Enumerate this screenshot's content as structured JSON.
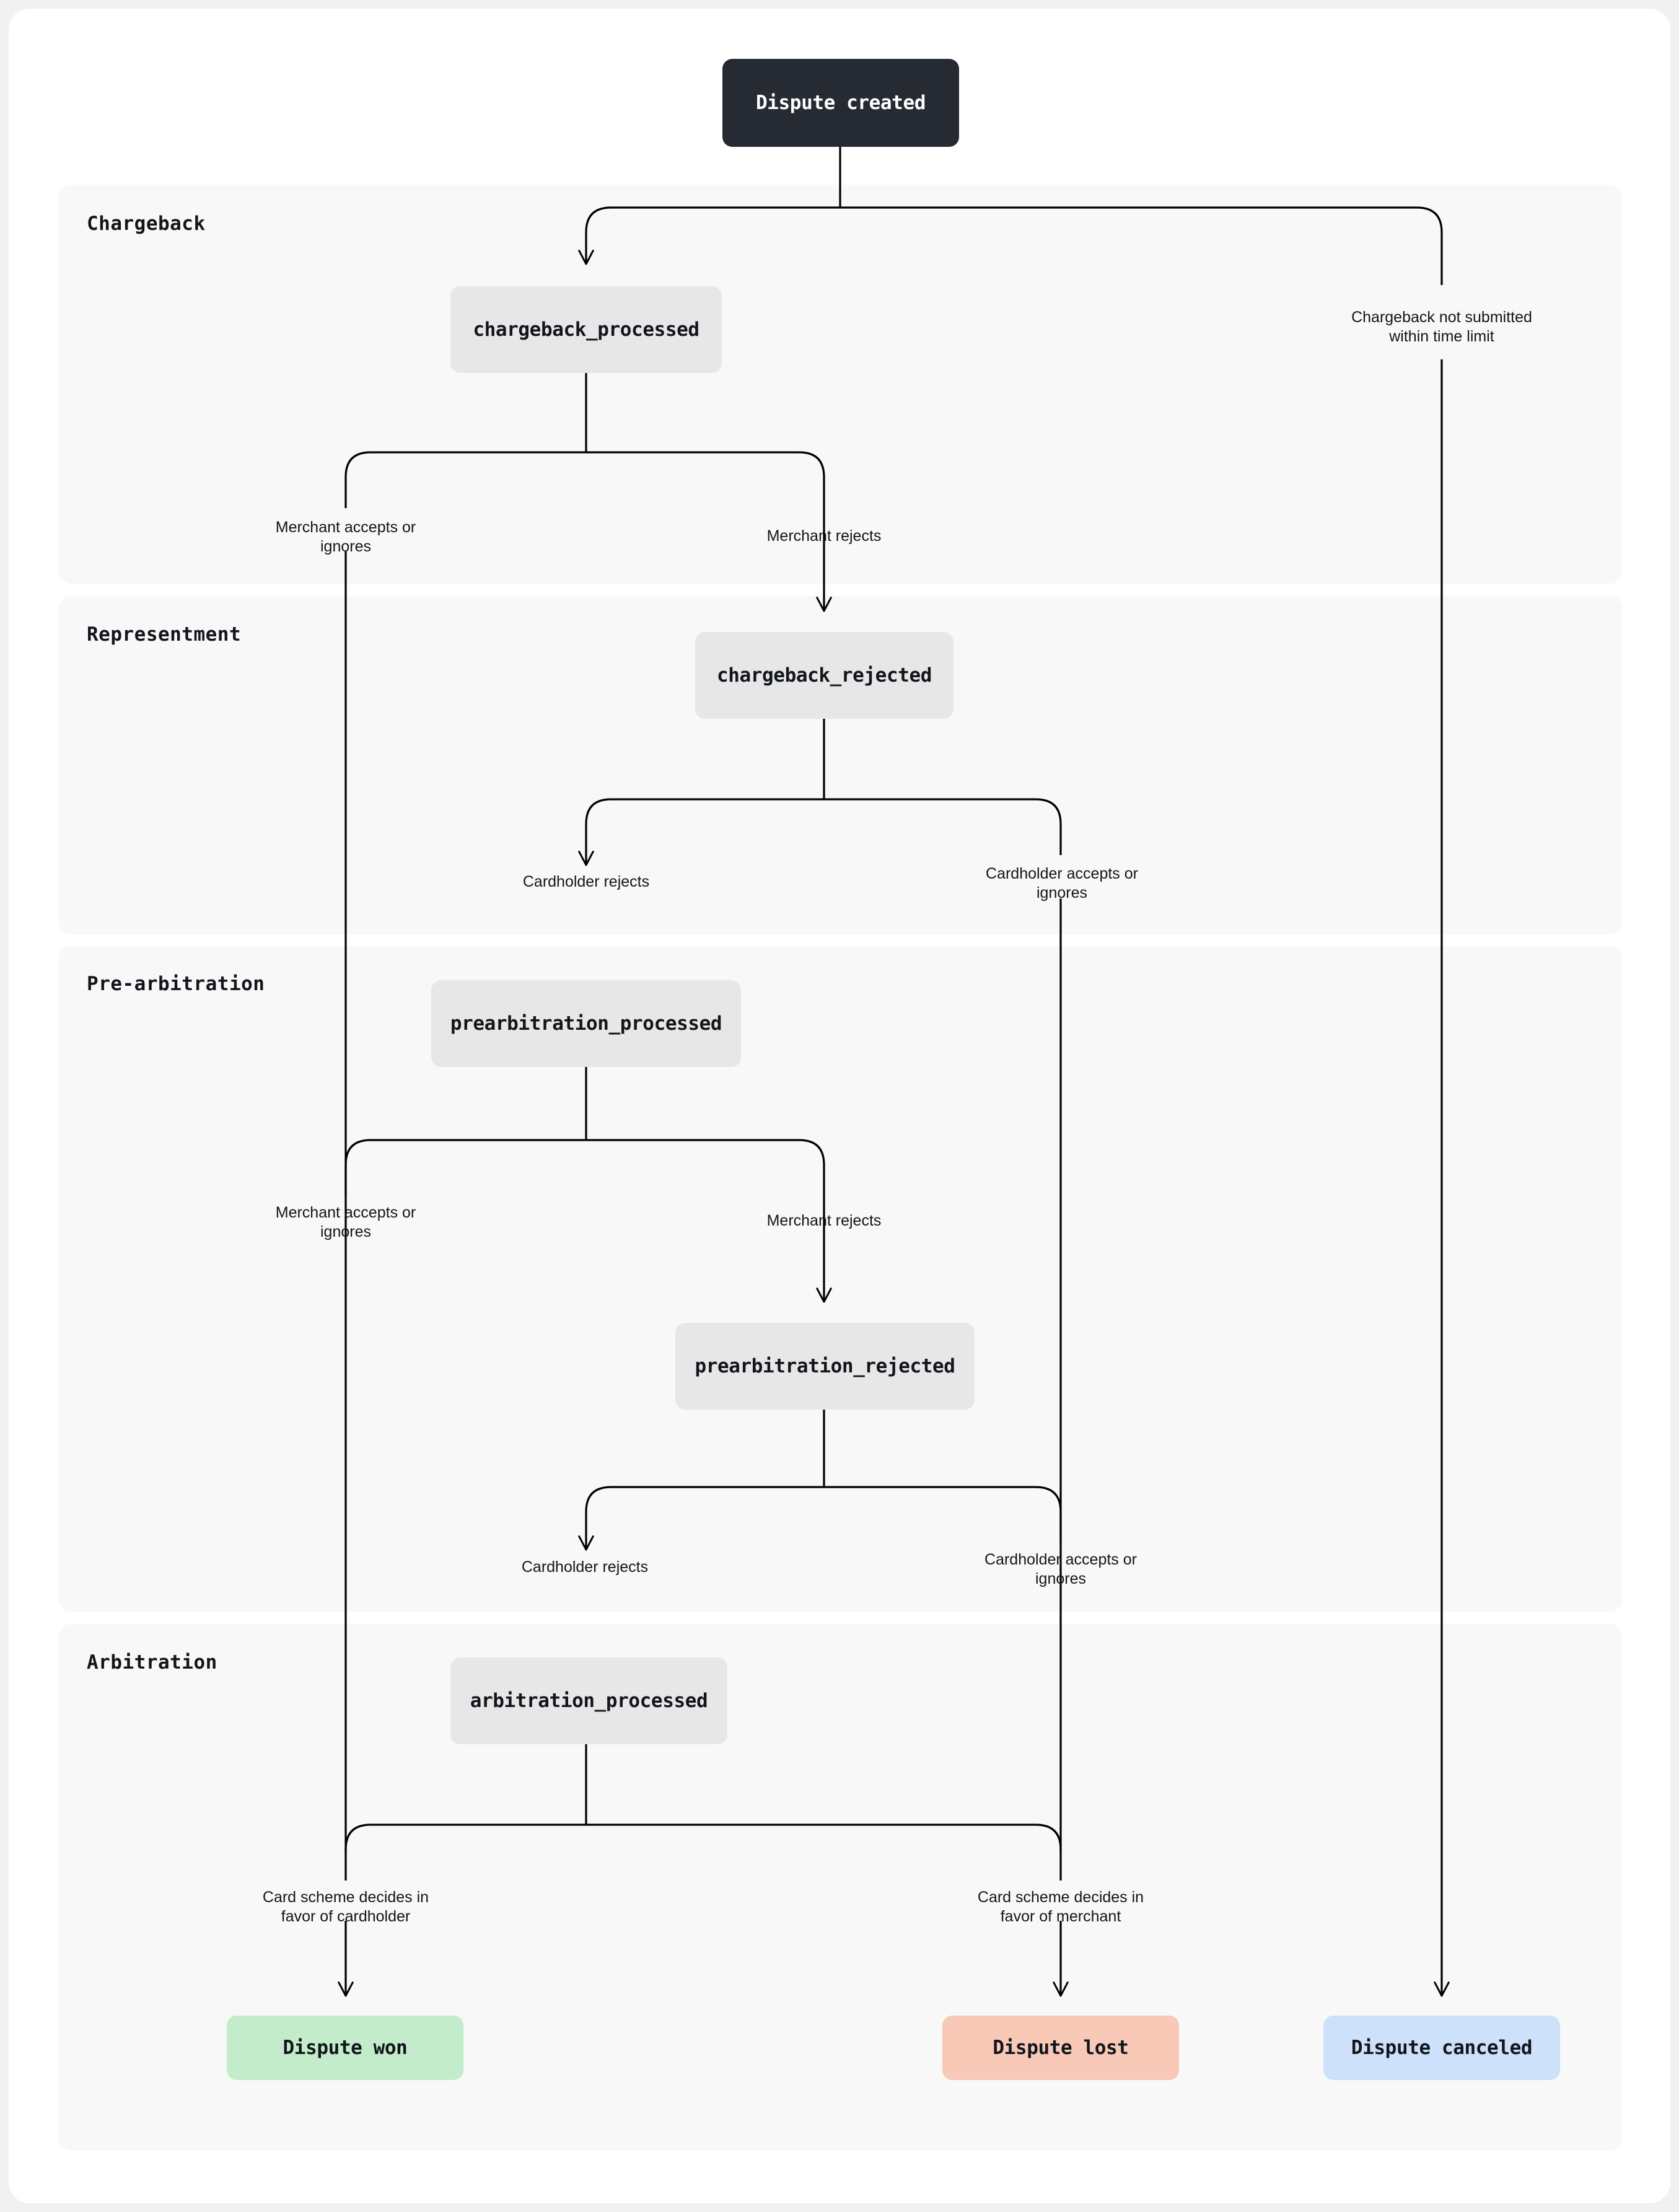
{
  "diagram": {
    "title": "Dispute lifecycle flowchart",
    "colors": {
      "page_background": "#f1f1f1",
      "card_background": "#ffffff",
      "band_background": "#f8f8f8",
      "start_node": "#262b33",
      "state_node": "#e7e7e7",
      "won_node": "#c3ecca",
      "lost_node": "#f7c9b6",
      "canceled_node": "#cde1fb",
      "edge_stroke": "#000000"
    }
  },
  "bands": [
    {
      "label": "Chargeback"
    },
    {
      "label": "Representment"
    },
    {
      "label": "Pre-arbitration"
    },
    {
      "label": "Arbitration"
    }
  ],
  "nodes": {
    "start": "Dispute created",
    "chargeback_processed": "chargeback_processed",
    "chargeback_rejected": "chargeback_rejected",
    "prearbitration_processed": "prearbitration_processed",
    "prearbitration_rejected": "prearbitration_rejected",
    "arbitration_processed": "arbitration_processed",
    "dispute_won": "Dispute won",
    "dispute_lost": "Dispute lost",
    "dispute_canceled": "Dispute canceled"
  },
  "edge_labels": {
    "not_submitted": "Chargeback not submitted\nwithin time limit",
    "merchant_accepts_cb": "Merchant accepts or\nignores",
    "merchant_rejects_cb": "Merchant rejects",
    "cardholder_rejects_cb": "Cardholder rejects",
    "cardholder_accepts_cb": "Cardholder accepts or\nignores",
    "merchant_accepts_pa": "Merchant accepts or\nignores",
    "merchant_rejects_pa": "Merchant rejects",
    "cardholder_rejects_pa": "Cardholder rejects",
    "cardholder_accepts_pa": "Cardholder accepts or\nignores",
    "scheme_cardholder": "Card scheme decides in\nfavor of cardholder",
    "scheme_merchant": "Card scheme decides in\nfavor of merchant"
  },
  "chart_data": {
    "type": "diagram",
    "flow": "flowchart-top-down",
    "stages": [
      "Chargeback",
      "Representment",
      "Pre-arbitration",
      "Arbitration"
    ],
    "edges": [
      {
        "from": "Dispute created",
        "to": "chargeback_processed",
        "label": ""
      },
      {
        "from": "Dispute created",
        "to": "Dispute canceled",
        "label": "Chargeback not submitted within time limit"
      },
      {
        "from": "chargeback_processed",
        "to": "Dispute won",
        "label": "Merchant accepts or ignores"
      },
      {
        "from": "chargeback_processed",
        "to": "chargeback_rejected",
        "label": "Merchant rejects"
      },
      {
        "from": "chargeback_rejected",
        "to": "prearbitration_processed",
        "label": "Cardholder rejects"
      },
      {
        "from": "chargeback_rejected",
        "to": "Dispute lost",
        "label": "Cardholder accepts or ignores"
      },
      {
        "from": "prearbitration_processed",
        "to": "Dispute won",
        "label": "Merchant accepts or ignores"
      },
      {
        "from": "prearbitration_processed",
        "to": "prearbitration_rejected",
        "label": "Merchant rejects"
      },
      {
        "from": "prearbitration_rejected",
        "to": "arbitration_processed",
        "label": "Cardholder rejects"
      },
      {
        "from": "prearbitration_rejected",
        "to": "Dispute lost",
        "label": "Cardholder accepts or ignores"
      },
      {
        "from": "arbitration_processed",
        "to": "Dispute won",
        "label": "Card scheme decides in favor of cardholder"
      },
      {
        "from": "arbitration_processed",
        "to": "Dispute lost",
        "label": "Card scheme decides in favor of merchant"
      }
    ]
  }
}
